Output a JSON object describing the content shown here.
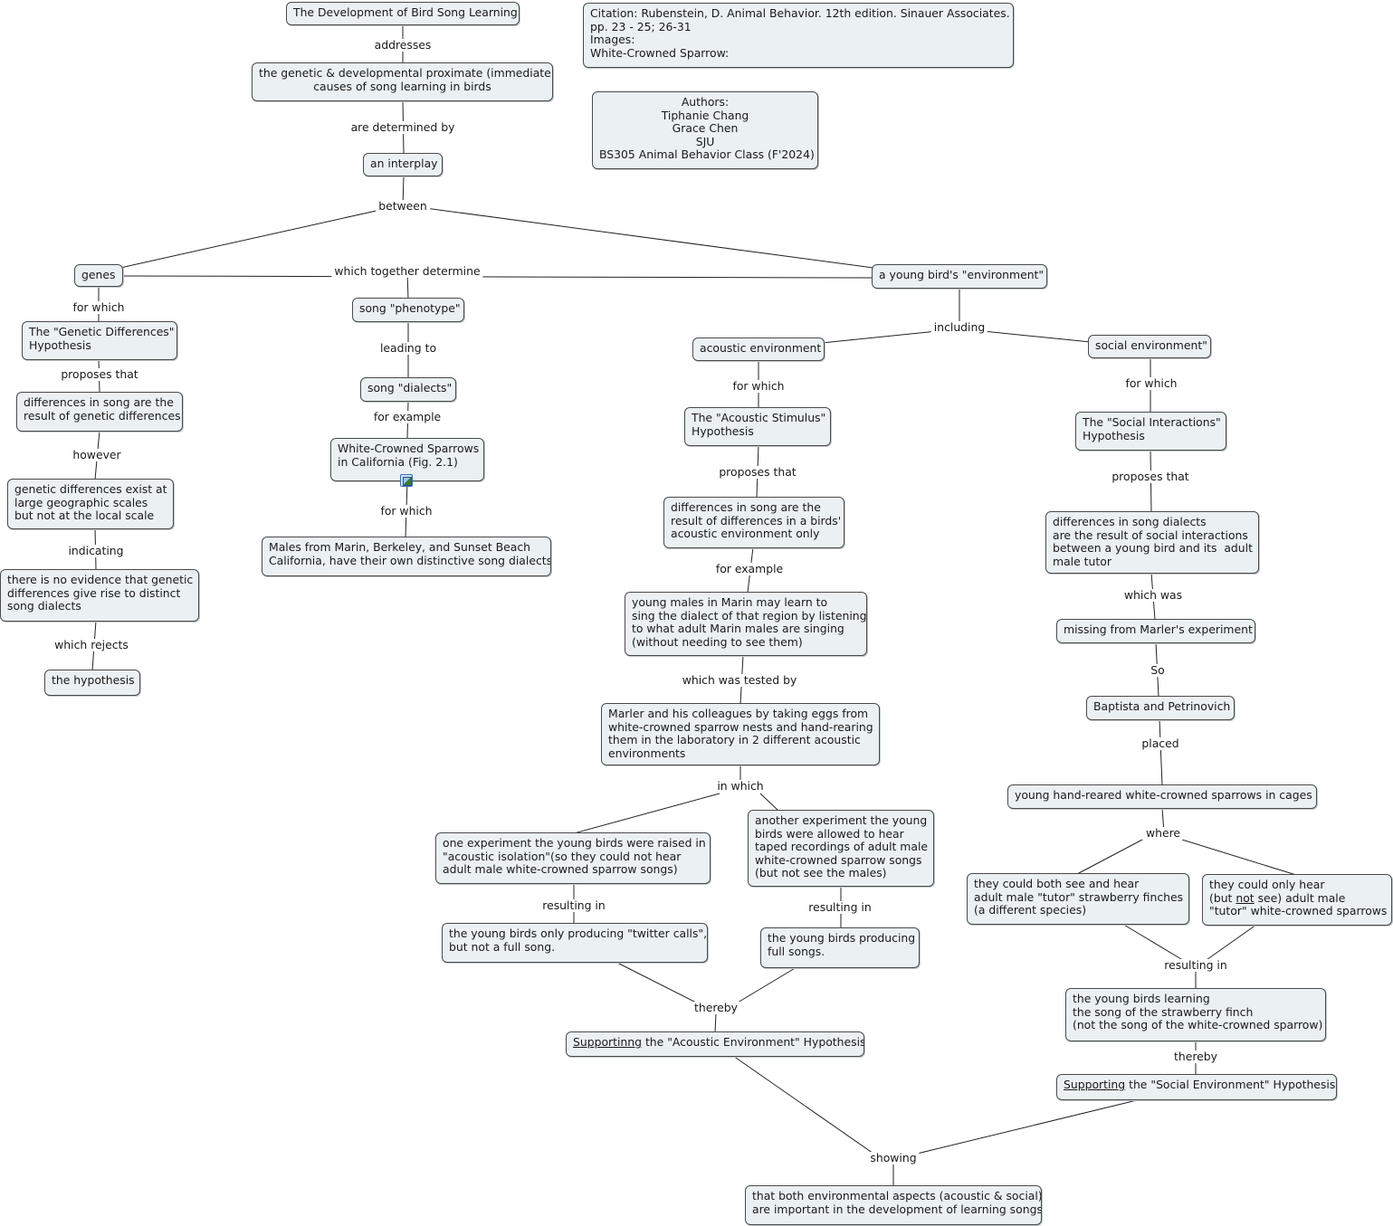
{
  "nodes": {
    "title": "The Development of Bird Song Learning",
    "causes": "the genetic & developmental proximate (immediate)\ncauses of song learning in birds",
    "interplay": "an interplay",
    "citation": "Citation: Rubenstein, D. Animal Behavior. 12th edition. Sinauer Associates.\npp. 23 - 25; 26-31\nImages:\nWhite-Crowned Sparrow:",
    "authors": "Authors:\nTiphanie Chang\nGrace Chen\nSJU\nBS305 Animal Behavior Class (F'2024)",
    "genes": "genes",
    "environment": "a young bird's \"environment\"",
    "phenotype": "song \"phenotype\"",
    "dialects": "song \"dialects\"",
    "wcs_california": "White-Crowned Sparrows\nin California (Fig. 2.1)",
    "males_marin": "Males from Marin, Berkeley, and Sunset Beach\nCalifornia, have their own distinctive song dialects",
    "genetic_hyp": "The \"Genetic Differences\"\nHypothesis",
    "genetic_diff": "differences in song are the\nresult of genetic differences",
    "genetic_scales": "genetic differences exist at\nlarge geographic scales\nbut not at the local scale",
    "no_evidence": "there is no evidence that genetic\ndifferences give rise to distinct\nsong dialects",
    "the_hyp": "the hypothesis",
    "acoustic_env": "acoustic environment",
    "social_env": "social environment\"",
    "acoustic_hyp": "The \"Acoustic Stimulus\"\nHypothesis",
    "acoustic_diff": "differences in song are the\nresult of differences in a birds'\nacoustic environment only",
    "young_marin": "young males in Marin may learn to\nsing the dialect of that region by listening\nto what adult Marin males are singing\n(without needing to see them)",
    "marler": "Marler and his colleagues by taking eggs from\nwhite-crowned sparrow nests and hand-rearing\nthem in the laboratory in 2 different acoustic\nenvironments",
    "exp_isolation": "one experiment the young birds were raised in\n\"acoustic isolation\"(so they could not hear\nadult male white-crowned sparrow songs)",
    "exp_taped": "another experiment the young\nbirds were allowed to hear\ntaped recordings of adult male\nwhite-crowned sparrow songs\n(but not see the males)",
    "twitter": "the young birds only producing \"twitter calls\",\nbut not a full song.",
    "full_songs": "the young birds producing\nfull songs.",
    "support_acoustic_u": "Supportinng",
    "support_acoustic_rest": " the \"Acoustic Environment\" Hypothesis",
    "social_hyp": "The \"Social Interactions\"\nHypothesis",
    "social_diff": "differences in song dialects\nare the result of social interactions\nbetween a young bird and its  adult\nmale tutor",
    "missing": "missing from Marler's experiment",
    "baptista": "Baptista and Petrinovich",
    "hand_reared": "young hand-reared white-crowned sparrows in cages",
    "see_hear_a": "they could both see and hear\nadult male \"tutor\" strawberry finches\n(a different species)",
    "hear_only_a": "they could only hear\n(but ",
    "hear_only_not": "not",
    "hear_only_b": " see) adult male\n\"tutor\" white-crowned sparrows",
    "learning_finch": "the young birds learning\nthe song of the strawberry finch\n(not the song of the white-crowned sparrow)",
    "support_social_u": "Supporting",
    "support_social_rest": " the \"Social Environment\" Hypothesis",
    "both_important": "that both environmental aspects (acoustic & social)\nare important in the development of learning songs"
  },
  "labels": {
    "addresses": "addresses",
    "determined_by": "are determined by",
    "between": "between",
    "together_determine": "which together determine",
    "for_which_genes": "for which",
    "proposes_genetic": "proposes that",
    "however": "however",
    "indicating": "indicating",
    "which_rejects": "which rejects",
    "leading_to": "leading to",
    "for_example_dialects": "for example",
    "for_which_wcs": "for which",
    "including": "including",
    "for_which_acoustic": "for which",
    "proposes_acoustic": "proposes that",
    "for_example_acoustic": "for example",
    "tested_by": "which was tested by",
    "in_which": "in which",
    "resulting_in_1": "resulting in",
    "resulting_in_2": "resulting in",
    "thereby_acoustic": "thereby",
    "for_which_social": "for which",
    "proposes_social": "proposes that",
    "which_was": "which was",
    "so": "So",
    "placed": "placed",
    "where": "where",
    "resulting_in_3": "resulting in",
    "thereby_social": "thereby",
    "showing": "showing"
  }
}
